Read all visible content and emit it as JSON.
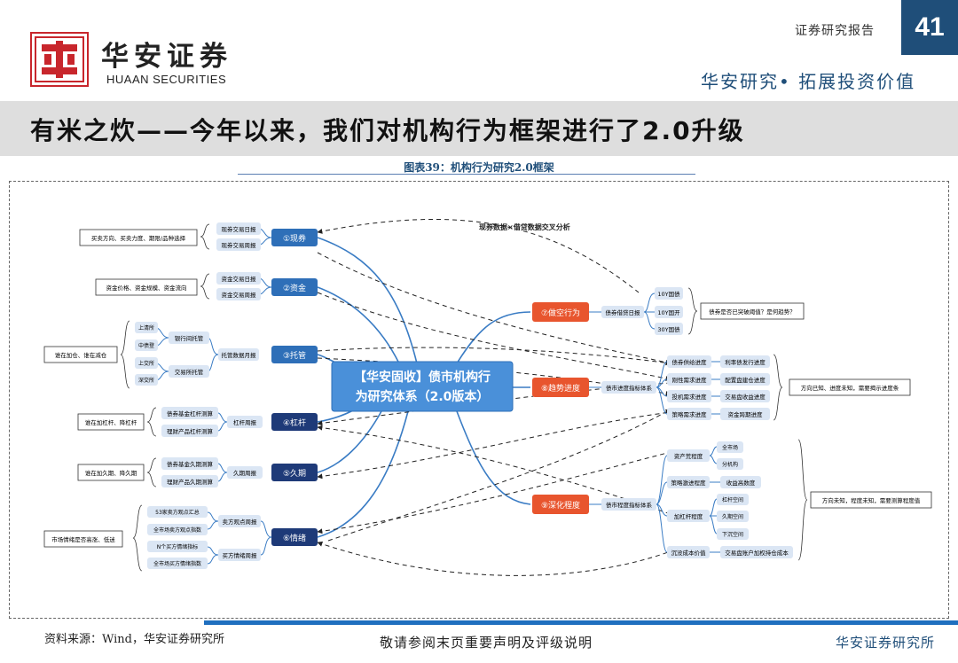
{
  "header": {
    "logo_cn": "华安证券",
    "logo_en": "HUAAN SECURITIES",
    "report_type": "证券研究报告",
    "page_number": "41",
    "slogan": "华安研究• 拓展投资价值",
    "brand_color": "#1f4e79",
    "logo_color": "#c8262c"
  },
  "title": "有米之炊——今年以来，我们对机构行为框架进行了2.0升级",
  "chart_title": "图表39：机构行为研究2.0框架",
  "diagram": {
    "center": "【华安固收】债市机构行为研究体系（2.0版本）",
    "center_line1": "【华安固收】债市机构行",
    "center_line2": "为研究体系（2.0版本）",
    "cross_label": "现券数据×借贷数据交叉分析",
    "left_branches": [
      {
        "label": "①现券",
        "items": [
          "现券交易日报",
          "现券交易周报"
        ],
        "note": "买卖方向、买卖力度、期限/品种选择"
      },
      {
        "label": "②资金",
        "items": [
          "资金交易日报",
          "资金交易周报"
        ],
        "note": "资金价格、资金规模、资金流向"
      },
      {
        "label": "③托管",
        "mid": "托管数据月报",
        "groups": [
          {
            "name": "银行间托管",
            "items": [
              "上清所",
              "中债登"
            ]
          },
          {
            "name": "交易所托管",
            "items": [
              "上交所",
              "深交所"
            ]
          }
        ],
        "note": "谁在加仓、谁在减仓"
      },
      {
        "label": "④杠杆",
        "mid": "杠杆周报",
        "items": [
          "债券基金杠杆测算",
          "理财产品杠杆测算"
        ],
        "note": "谁在加杠杆、降杠杆"
      },
      {
        "label": "⑤久期",
        "mid": "久期周报",
        "items": [
          "债券基金久期测算",
          "理财产品久期测算"
        ],
        "note": "谁在加久期、降久期"
      },
      {
        "label": "⑥情绪",
        "groups": [
          {
            "name": "卖方观点周报",
            "items": [
              "53家卖方观点汇总",
              "全市场卖方观点指数"
            ]
          },
          {
            "name": "买方情绪周报",
            "items": [
              "N个买方情绪指标",
              "全市场买方情绪指数"
            ]
          }
        ],
        "note": "市场情绪是否高涨、低迷"
      }
    ],
    "right_branches": [
      {
        "label": "⑦做空行为",
        "mid": "债券借贷日报",
        "items": [
          "10Y国债",
          "10Y国开",
          "30Y国债"
        ],
        "note": "债券是否已突破阈值？是何趋势？"
      },
      {
        "label": "⑧趋势进度",
        "mid": "债市进度指标体系",
        "items": [
          "债券供给进度",
          "刚性需求进度",
          "投机需求进度",
          "策略需求进度"
        ],
        "details": [
          "利率债发行进度",
          "配置盘建仓进度",
          "交易盘收益进度",
          "资金跨期进度"
        ],
        "note": "方向已知、进度未知，需要揭示进度条"
      },
      {
        "label": "⑨深化程度",
        "mid": "债市程度指标体系",
        "items": [
          "资产荒程度",
          "策略激进程度",
          "加杠杆程度",
          "沉没成本价值"
        ],
        "resource_sub": [
          "全市场",
          "分机构"
        ],
        "lev_sub": [
          "杠杆空间",
          "久期空间",
          "下沉空间"
        ],
        "strategy_detail": "收益高数度",
        "sunk_detail": "交易盘账户加权持仓成本",
        "note": "方向未知，程度未知，需要测算程度值"
      }
    ],
    "colors": {
      "blue": "#2e6fb8",
      "navy": "#1e3a78",
      "orange": "#e8552e",
      "light": "#dbe6f4",
      "center": "#4a90d9"
    }
  },
  "footer": {
    "source": "资料来源：Wind，华安证券研究所",
    "disclaimer": "敬请参阅末页重要声明及评级说明",
    "brand": "华安证券研究所"
  }
}
